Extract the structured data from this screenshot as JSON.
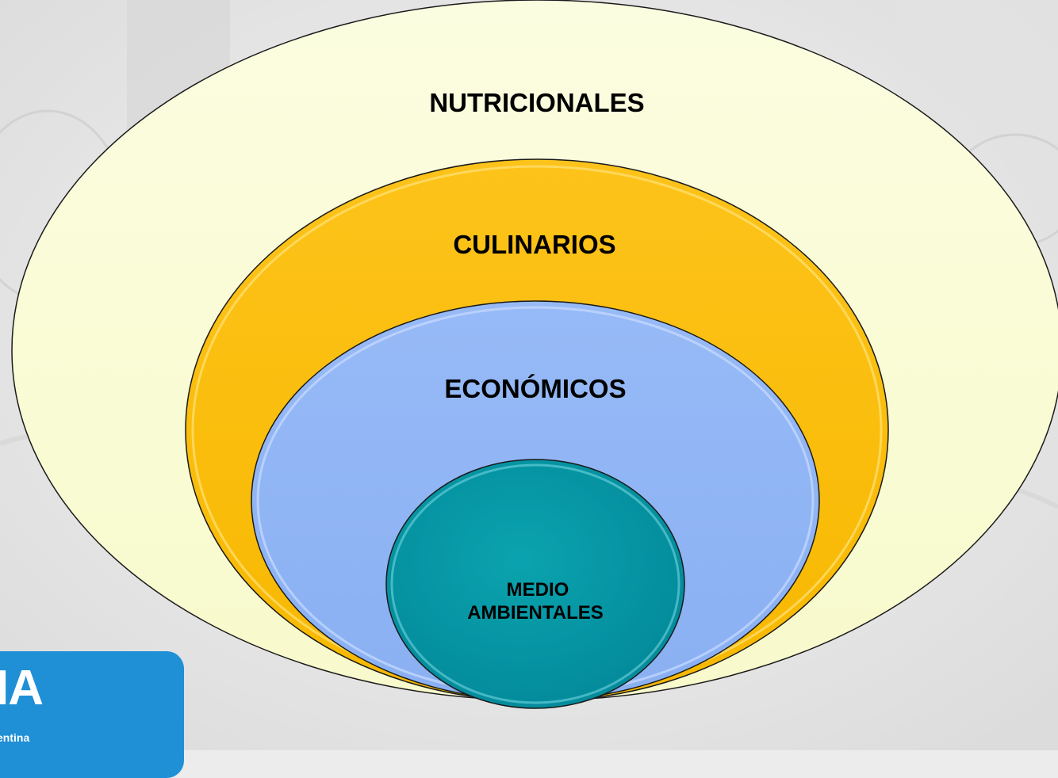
{
  "diagram": {
    "layers": [
      {
        "id": "outer",
        "label": "NUTRICIONALES",
        "fill": "#fafcd6"
      },
      {
        "id": "second",
        "label": "CULINARIOS",
        "fill": "#fcbf00"
      },
      {
        "id": "third",
        "label": "ECONÓMICOS",
        "fill": "#8fb4f5"
      },
      {
        "id": "core",
        "label_lines": [
          "MEDIO",
          "AMBIENTALES"
        ],
        "fill": "#0497a4"
      }
    ]
  },
  "logo": {
    "letters": "IA",
    "subtitle": "entina",
    "color": "#1f8fd6"
  }
}
